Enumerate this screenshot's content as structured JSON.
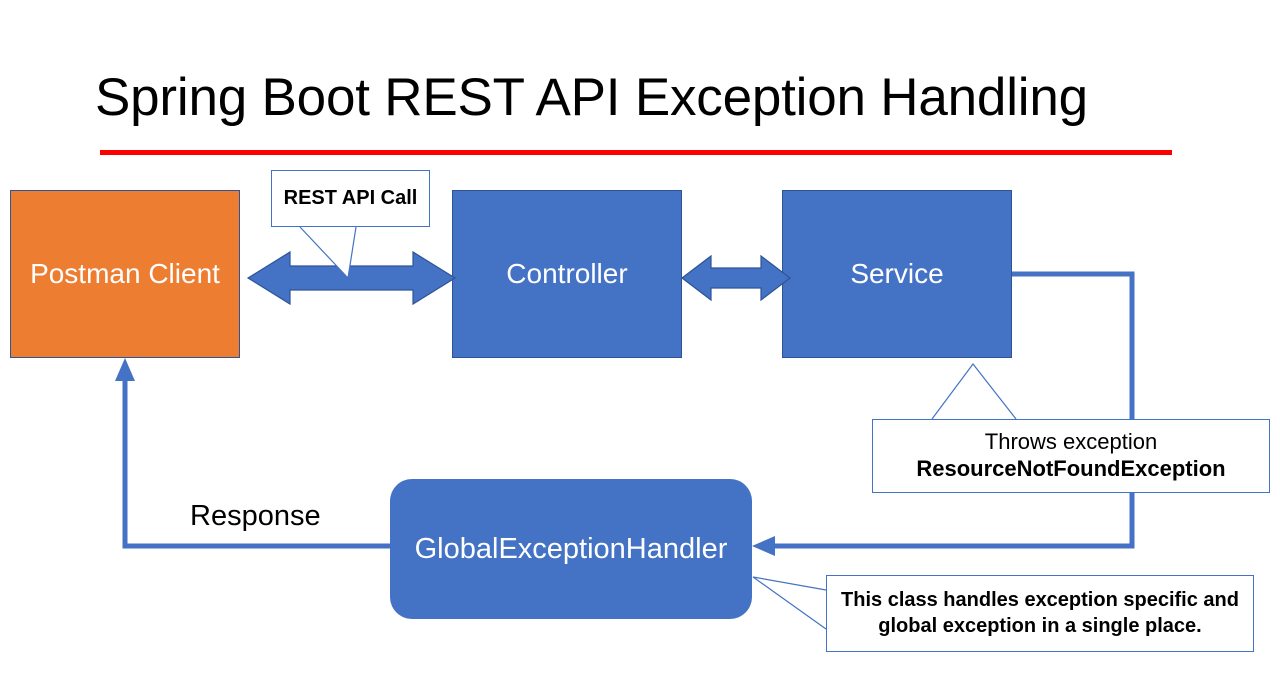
{
  "slide": {
    "title": "Spring Boot REST API Exception Handling",
    "rule_color": "#FF0000",
    "background": "#FFFFFF"
  },
  "palette": {
    "client_fill": "#ED7D31",
    "component_fill": "#4472C4",
    "arrow_blue": "#4472C4",
    "callout_border": "#4472C4",
    "text_on_fill": "#FFFFFF",
    "text_body": "#000000",
    "accent_red": "#FF0000"
  },
  "nodes": [
    {
      "id": "postman",
      "label": "Postman Client",
      "shape": "rectangle",
      "fill": "#ED7D31"
    },
    {
      "id": "controller",
      "label": "Controller",
      "shape": "rectangle",
      "fill": "#4472C4"
    },
    {
      "id": "service",
      "label": "Service",
      "shape": "rectangle",
      "fill": "#4472C4"
    },
    {
      "id": "handler",
      "label": "GlobalExceptionHandler",
      "shape": "rounded-rectangle",
      "fill": "#4472C4"
    }
  ],
  "callouts": {
    "rest_api_call": {
      "text": "REST API Call"
    },
    "throws": {
      "line1": "Throws exception",
      "line2": "ResourceNotFoundException"
    },
    "global_handler_note": {
      "line1": "This class handles exception specific and",
      "line2": "global exception in a single place."
    }
  },
  "connectors": [
    {
      "id": "postman-controller",
      "type": "double-block-arrow",
      "from": "postman",
      "to": "controller",
      "label": "REST API Call"
    },
    {
      "id": "controller-service",
      "type": "double-block-arrow",
      "from": "controller",
      "to": "service",
      "label": ""
    },
    {
      "id": "service-handler",
      "type": "elbow-arrow",
      "from": "service",
      "to": "handler",
      "label": ""
    },
    {
      "id": "handler-postman",
      "type": "elbow-arrow",
      "from": "handler",
      "to": "postman",
      "label": "Response"
    }
  ],
  "labels": {
    "response": "Response"
  }
}
